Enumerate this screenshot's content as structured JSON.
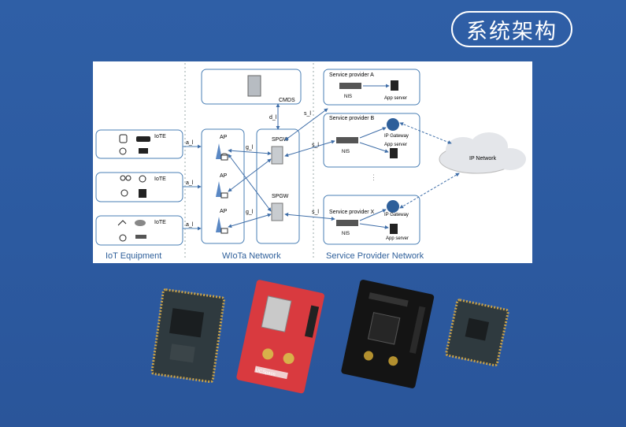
{
  "page_title": "系统架构",
  "diagram": {
    "sections": [
      "IoT Equipment",
      "WIoTa Network",
      "Service Provider Network"
    ],
    "iot_groups": [
      {
        "label": "IoTE"
      },
      {
        "label": "IoTE"
      },
      {
        "label": "IoTE"
      }
    ],
    "links": {
      "a": "a_l",
      "g": "g_l",
      "d": "d_l",
      "s": "s_l"
    },
    "ap_label": "AP",
    "spgw_label": "SPGW",
    "cmds_label": "CMDS",
    "providers": [
      {
        "name": "Service provider A",
        "nis": "NIS",
        "app": "App server"
      },
      {
        "name": "Service provider B",
        "nis": "NIS",
        "gateway": "IP Gateway",
        "app": "App server"
      },
      {
        "name": "Service provider X",
        "nis": "NIS",
        "gateway": "IP Gateway",
        "app": "App server"
      }
    ],
    "cloud_label": "IP Network"
  },
  "board_label": "UCSpace",
  "colors": {
    "background": "#2c5aa0",
    "line": "#4a7fb5",
    "red_board": "#d93a3f"
  }
}
